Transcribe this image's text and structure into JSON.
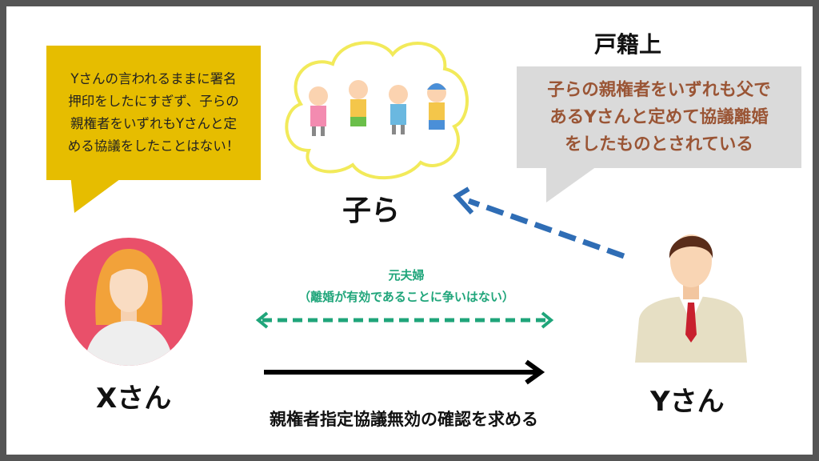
{
  "x_speech": "Yさんの言われるままに署名押印をしたにすぎず、子らの親権者をいずれもYさんと定める協議をしたことはない！",
  "x_speech_lines": [
    "Yさんの言われるままに署名",
    "押印をしたにすぎず、子らの",
    "親権者をいずれもYさんと定",
    "める協議をしたことはない！"
  ],
  "koseki_label": "戸籍上",
  "koseki_lines": [
    "子らの親権者をいずれも父で",
    "あるYさんと定めて協議離婚",
    "をしたものとされている"
  ],
  "children_label": "子ら",
  "x_label": "Xさん",
  "y_label": "Yさん",
  "relation_label": "元夫婦",
  "relation_note": "（離婚が有効であることに争いはない）",
  "claim_label": "親権者指定協議無効の確認を求める",
  "colors": {
    "yellow": "#e6bd00",
    "gray_box": "#dadada",
    "koseki_text": "#9a5535",
    "green": "#1fa57a",
    "blue": "#2f6db5",
    "x_circle": "#e9506a"
  }
}
